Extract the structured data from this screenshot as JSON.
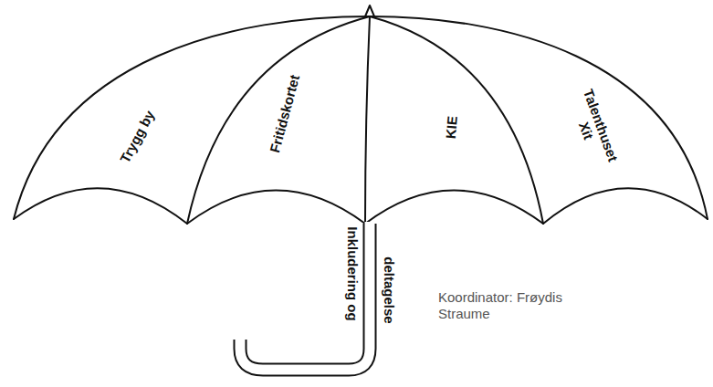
{
  "diagram": {
    "nodes": [
      {
        "text": [
          "Trygg by"
        ]
      },
      {
        "text": [
          "Fritidskortet"
        ]
      },
      {
        "text": [
          "KIE"
        ]
      },
      {
        "text": [
          "Talenthuset Xit"
        ]
      }
    ],
    "labels": [
      "Inkludering og",
      "deltagelse",
      "Koordinator: Frøydis Straume"
    ]
  }
}
